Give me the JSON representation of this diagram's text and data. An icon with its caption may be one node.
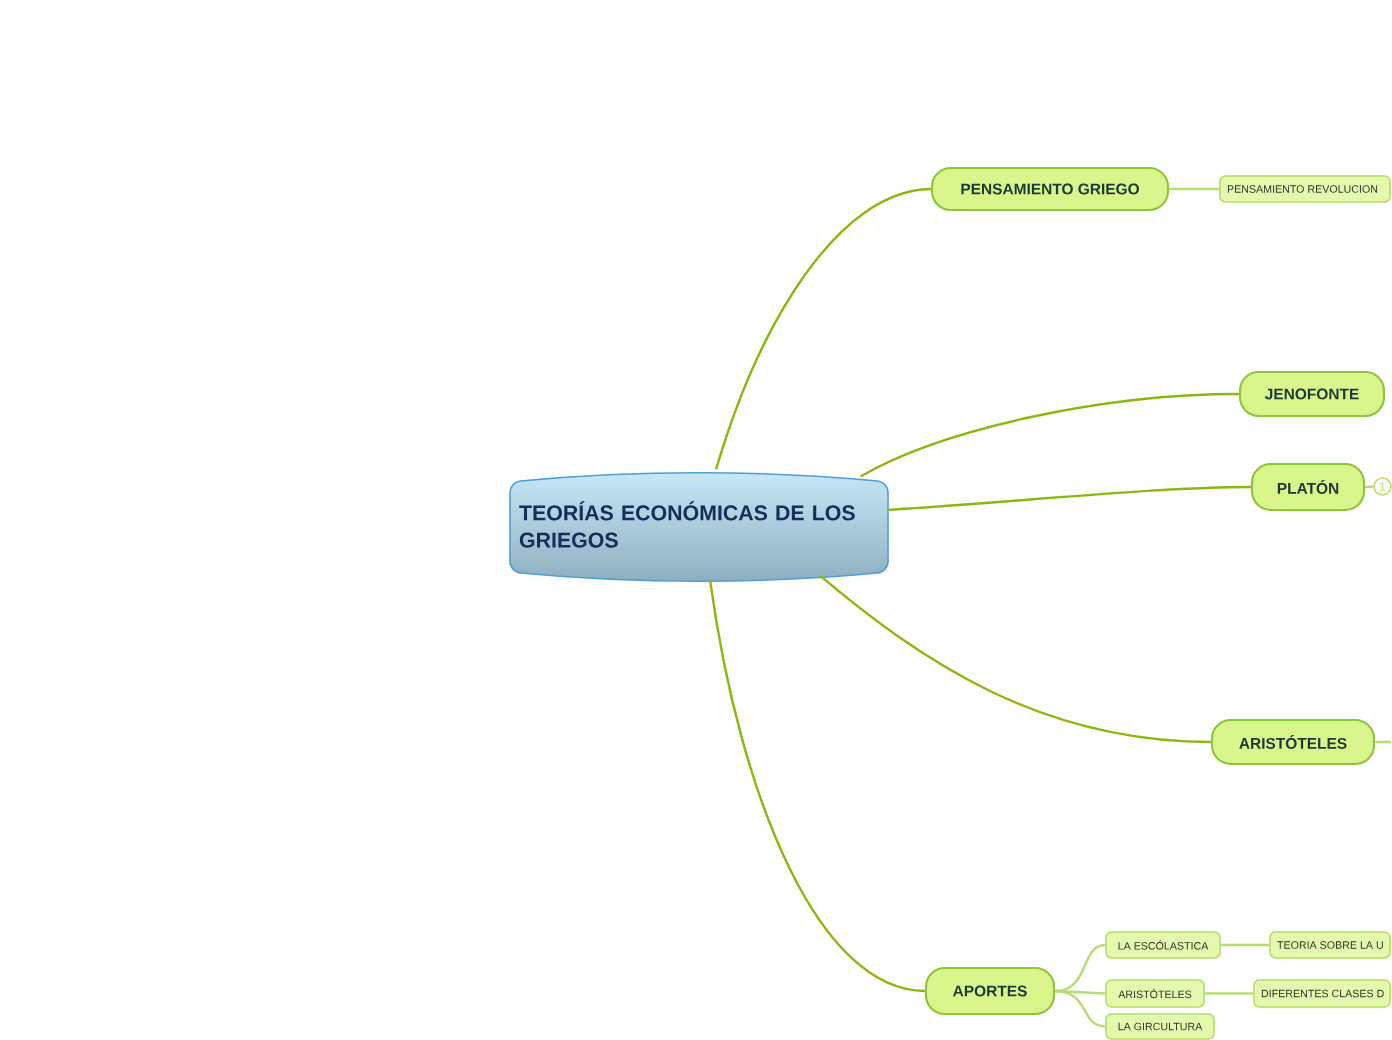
{
  "diagram": {
    "nodes": [
      {
        "text": [
          "TEORÍAS ECONÓMICAS DE LOS GRIEGOS"
        ]
      },
      {
        "text": [
          "PENSAMIENTO GRIEGO"
        ]
      },
      {
        "text": [
          "PENSAMIENTO REVOLUCION"
        ]
      },
      {
        "text": [
          "JENOFONTE"
        ]
      },
      {
        "text": [
          "PLATÓN"
        ]
      },
      {
        "text": [
          "1"
        ]
      },
      {
        "text": [
          "ARISTÓTELES"
        ]
      },
      {
        "text": [
          "APORTES"
        ]
      },
      {
        "text": [
          "LA ESCÓLASTICA"
        ]
      },
      {
        "text": [
          "TEORIA SOBRE LA U"
        ]
      },
      {
        "text": [
          "ARISTÓTELES"
        ]
      },
      {
        "text": [
          "DIFERENTES CLASES D"
        ]
      },
      {
        "text": [
          "LA GIRCULTURA"
        ]
      }
    ],
    "edges": [
      {
        "from": 0,
        "to": 1,
        "arrow": "none",
        "color": "#8cb712"
      },
      {
        "from": 1,
        "to": 2,
        "arrow": "none"
      },
      {
        "from": 0,
        "to": 3,
        "arrow": "none",
        "color": "#8cb712"
      },
      {
        "from": 0,
        "to": 4,
        "arrow": "none",
        "color": "#8cb712"
      },
      {
        "from": 4,
        "to": 5,
        "arrow": "none"
      },
      {
        "from": 0,
        "to": 6,
        "arrow": "none",
        "color": "#8cb712"
      },
      {
        "from": 6,
        "to": null,
        "arrow": "none"
      },
      {
        "from": 0,
        "to": 7,
        "arrow": "none",
        "color": "#8cb712"
      },
      {
        "from": 7,
        "to": 8,
        "arrow": "none"
      },
      {
        "from": 7,
        "to": 10,
        "arrow": "none"
      },
      {
        "from": 7,
        "to": 12,
        "arrow": "none"
      },
      {
        "from": 8,
        "to": 9,
        "arrow": "none"
      },
      {
        "from": 10,
        "to": 11,
        "arrow": "none"
      }
    ]
  }
}
